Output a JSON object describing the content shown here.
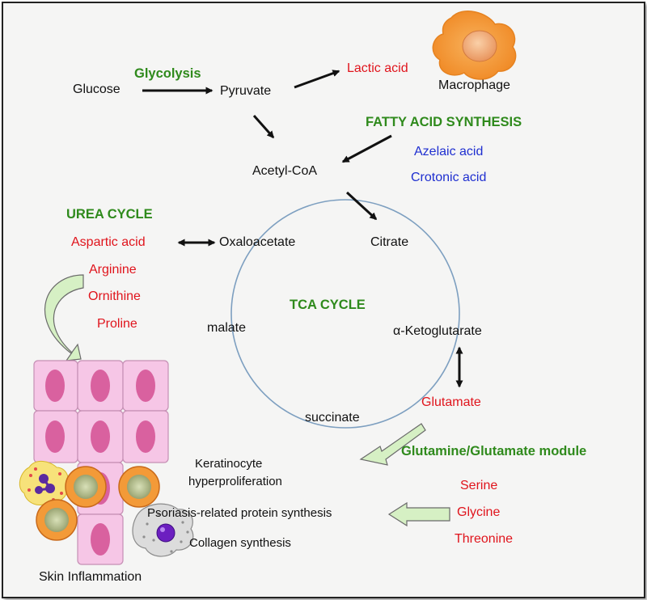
{
  "labels": {
    "glucose": "Glucose",
    "glycolysis": "Glycolysis",
    "pyruvate": "Pyruvate",
    "lactic_acid": "Lactic acid",
    "macrophage": "Macrophage",
    "fatty_acid_synthesis": "FATTY ACID SYNTHESIS",
    "azelaic_acid": "Azelaic acid",
    "crotonic_acid": "Crotonic acid",
    "acetyl_coa": "Acetyl-CoA",
    "urea_cycle": "UREA CYCLE",
    "aspartic_acid": "Aspartic acid",
    "oxaloacetate": "Oxaloacetate",
    "citrate": "Citrate",
    "arginine": "Arginine",
    "ornithine": "Ornithine",
    "proline": "Proline",
    "tca_cycle": "TCA CYCLE",
    "malate": "malate",
    "ketoglutarate": "α-Ketoglutarate",
    "glutamate": "Glutamate",
    "succinate": "succinate",
    "glutamine_module": "Glutamine/Glutamate module",
    "keratinocyte_line1": "Keratinocyte",
    "keratinocyte_line2": "hyperproliferation",
    "psoriasis_protein": "Psoriasis-related protein synthesis",
    "collagen": "Collagen synthesis",
    "serine": "Serine",
    "glycine": "Glycine",
    "threonine": "Threonine",
    "skin_inflammation": "Skin Inflammation"
  },
  "colors": {
    "pathway_heading": "#2f8a1c",
    "metabolite_red": "#e0141c",
    "metabolite_blue": "#1f2fd0",
    "tca_circle": "#7d9fc0",
    "keratinocyte_cell": "#f6c6e6",
    "keratinocyte_nucleus": "#d9619f",
    "macrophage_body": "#f59a3a",
    "hollow_arrow_fill": "#d6f0c4"
  },
  "icons": [
    "macrophage-icon",
    "keratinocyte-cell-icon",
    "immune-cell-icon",
    "neutrophil-icon",
    "fibroblast-icon",
    "hollow-arrow-icon"
  ]
}
